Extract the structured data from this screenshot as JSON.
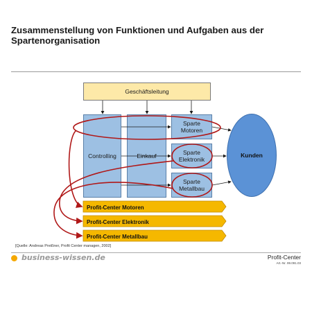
{
  "title_lines": [
    "Zusammenstellung von Funktionen und Aufgaben aus der",
    "Spartenorganisation"
  ],
  "boxes": {
    "leitung": "Geschäftsleitung",
    "controlling": "Controlling",
    "einkauf": "Einkauf",
    "sparten": [
      [
        "Sparte",
        "Motoren"
      ],
      [
        "Sparte",
        "Elektronik"
      ],
      [
        "Sparte",
        "Metallbau"
      ]
    ],
    "kunden": "Kunden"
  },
  "profit_centers": [
    "Profit-Center Motoren",
    "Profit-Center Elektronik",
    "Profit-Center Metallbau"
  ],
  "source": "[Quelle: Andreas Preißner, Profit Center managen, 2002]",
  "footer": {
    "logo_text": "business-wissen.de",
    "label": "Profit-Center",
    "article_no": "Art.-Nr. 99.091.03"
  },
  "colors": {
    "leitung_fill": "#fde9a8",
    "box_fill": "#9dc0e3",
    "kunden_fill": "#5b92d6",
    "arrow_fill": "#f5b800",
    "highlight": "#b01818",
    "logo_dot": "#f5a800"
  }
}
